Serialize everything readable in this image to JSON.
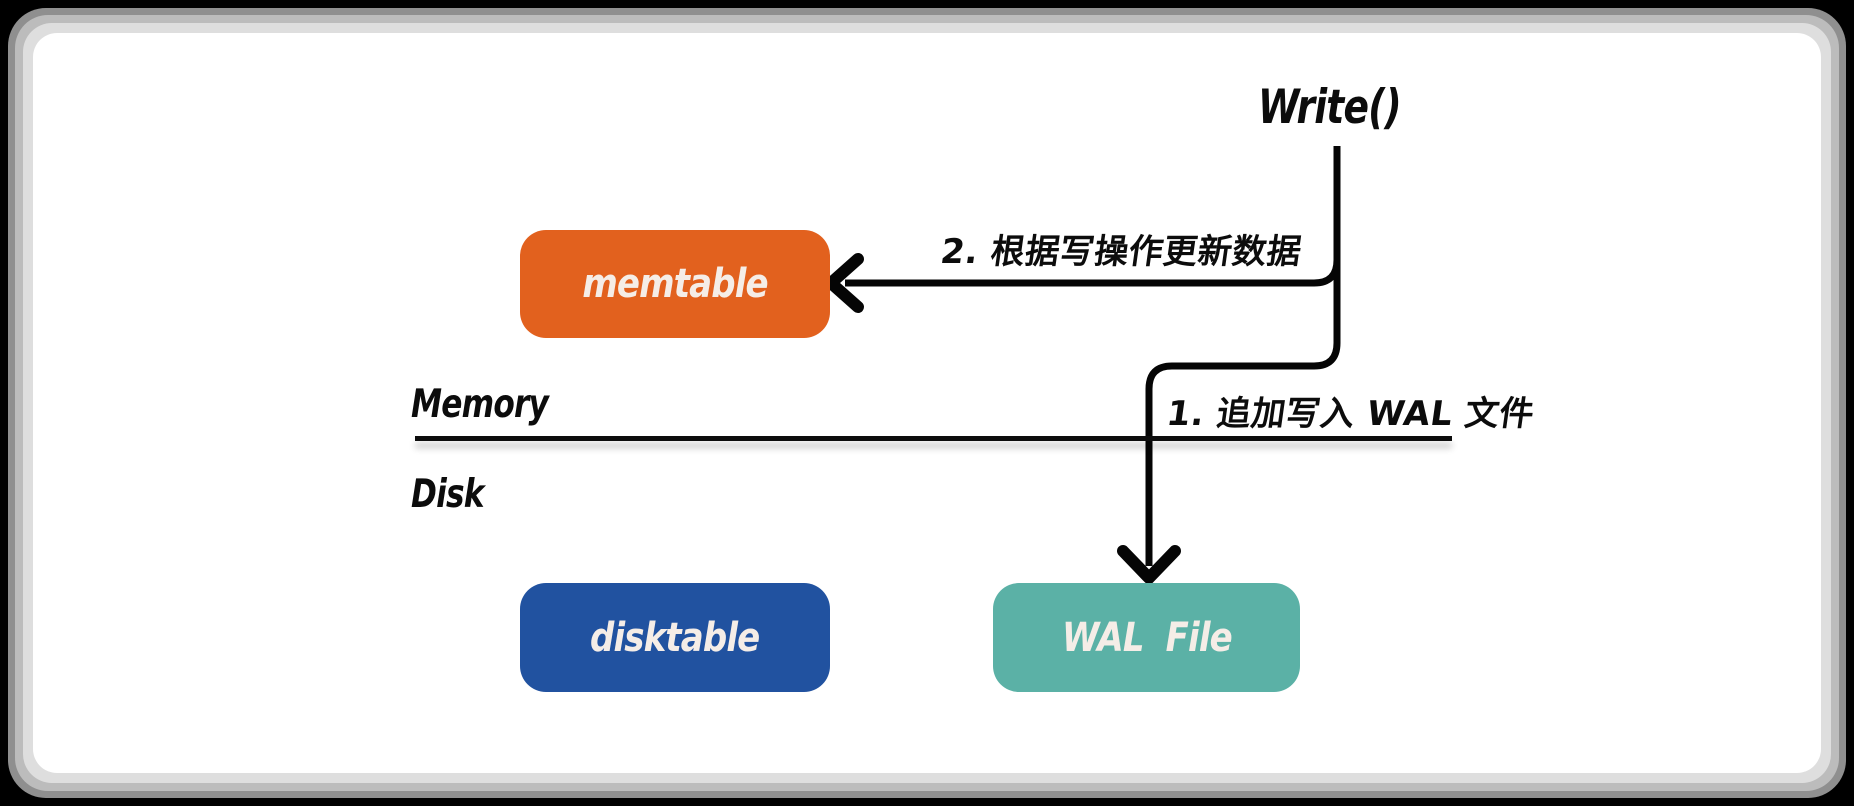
{
  "diagram": {
    "title": "Write()",
    "zones": {
      "memory_label": "Memory",
      "disk_label": "Disk"
    },
    "nodes": {
      "memtable": {
        "label": "memtable",
        "color": "#e2611e"
      },
      "disktable": {
        "label": "disktable",
        "color": "#2152a0"
      },
      "wal_file": {
        "label": "WAL  File",
        "color": "#5bb1a6"
      }
    },
    "edges": {
      "step1": {
        "label": "1. 追加写入 WAL 文件",
        "from": "Write()",
        "to": "WAL File"
      },
      "step2": {
        "label": "2. 根据写操作更新数据",
        "from": "Write()",
        "to": "memtable"
      }
    },
    "colors": {
      "line": "#050505",
      "node_text": "#f5ede7",
      "card_background": "#ffffff",
      "frame_background": "#000000"
    }
  }
}
